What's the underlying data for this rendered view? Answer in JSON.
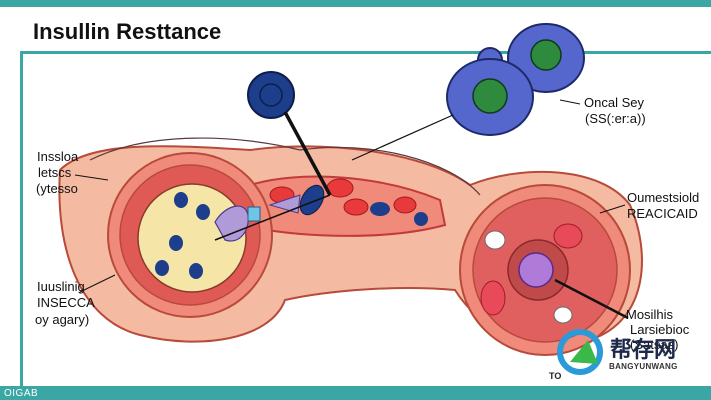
{
  "title": "Insullin Resttance",
  "footer_text": "OIGAB",
  "labels": {
    "top_right_1": "Oncal Sey",
    "top_right_2": "(SS(:er:a))",
    "left_top_1": "Inssloa",
    "left_top_2": "letscs",
    "left_top_3": "(ytesso",
    "left_bottom_1": "Iuuslinig",
    "left_bottom_2": "INSECCA",
    "left_bottom_3": "oy agary)",
    "right_mid_1": "Oumestsiold",
    "right_mid_2": "REACICAID",
    "right_bottom_1": "Mosilhis",
    "right_bottom_2": "Larsiebioc",
    "right_bottom_3": "(Satsas)"
  },
  "watermark": {
    "name": "帮存网",
    "sub": "BANGYUNWANG",
    "prefix": "TO"
  },
  "colors": {
    "teal": "#3aa7a4",
    "tissue": "#f2b49a",
    "vessel_red": "#e85a5a",
    "cell_navy": "#1d3e8a",
    "receptor_blue": "#5566cc",
    "nucleus_green": "#2e8b3e",
    "fat_yellow": "#f5e6a8"
  }
}
